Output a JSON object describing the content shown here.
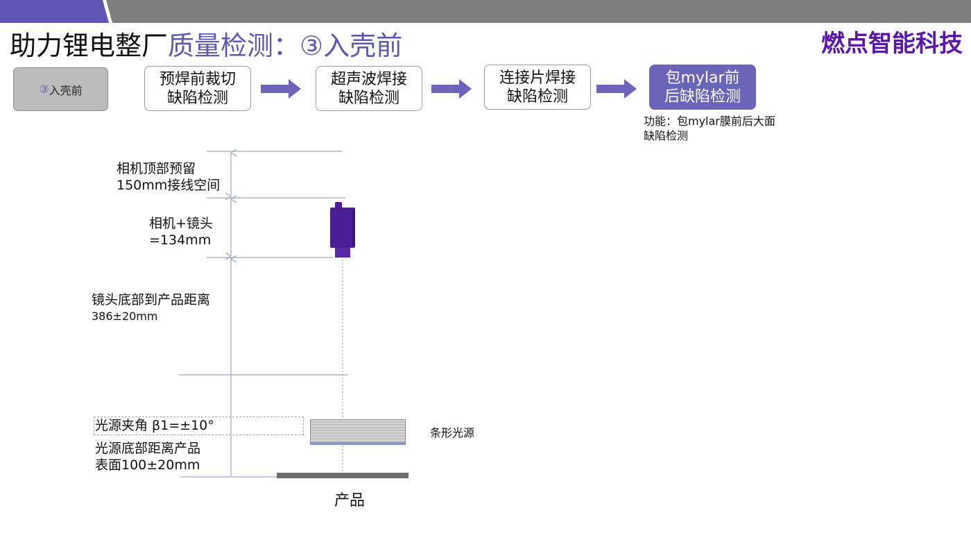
{
  "header": {
    "title_main": "助力锂电整厂",
    "title_sub": "质量检测：③入壳前",
    "brand": "燃点智能科技"
  },
  "step_button": {
    "num": "③",
    "label": "入壳前"
  },
  "process": [
    {
      "line1": "预焊前裁切",
      "line2": "缺陷检测"
    },
    {
      "line1": "超声波焊接",
      "line2": "缺陷检测"
    },
    {
      "line1": "连接片焊接",
      "line2": "缺陷检测"
    },
    {
      "line1": "包mylar前",
      "line2": "后缺陷检测"
    }
  ],
  "function_note": "功能：包mylar膜前后大面缺陷检测",
  "diagram": {
    "camera_top_reserve": {
      "line1": "相机顶部预留",
      "line2": "150mm接线空间"
    },
    "camera_lens": {
      "line1": "相机+镜头",
      "line2": "=134mm"
    },
    "lens_to_product": {
      "line1": "镜头底部到产品距离",
      "line2": "386±20mm"
    },
    "light_angle": "光源夹角 β1=±10°",
    "light_distance": {
      "line1": "光源底部距离产品",
      "line2": "表面100±20mm"
    },
    "light_source_label": "条形光源",
    "product_label": "产品"
  },
  "colors": {
    "accent": "#5e57b3",
    "brand": "#5a16a8",
    "active_step": "#6c64b8",
    "camera": "#4a1c96",
    "topbar_grey": "#7f7f7f"
  }
}
